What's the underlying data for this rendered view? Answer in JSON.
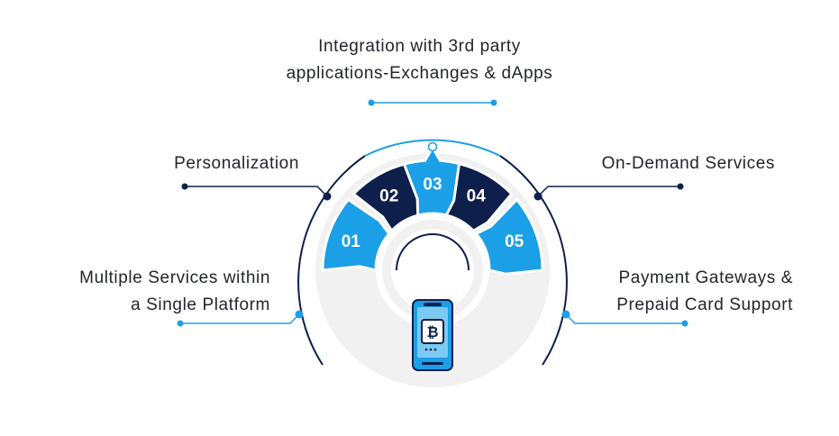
{
  "title_lines": [
    "Integration with 3rd party",
    "applications-Exchanges & dApps"
  ],
  "features": {
    "personalization": "Personalization",
    "on_demand": "On-Demand Services",
    "multiple_services": [
      "Multiple Services within",
      "a Single Platform"
    ],
    "payment_gateways": [
      "Payment Gateways &",
      "Prepaid Card Support"
    ]
  },
  "segments": [
    {
      "number": "01",
      "color": "#1b9fe6"
    },
    {
      "number": "02",
      "color": "#0e1f4c"
    },
    {
      "number": "03",
      "color": "#1b9fe6"
    },
    {
      "number": "04",
      "color": "#0e1f4c"
    },
    {
      "number": "05",
      "color": "#1b9fe6"
    }
  ],
  "center_icon": "bitcoin-phone-icon",
  "colors": {
    "navy": "#0e1f4c",
    "blue": "#1b9fe6",
    "text": "#22252b",
    "ring_bg": "#f2f2f2"
  }
}
